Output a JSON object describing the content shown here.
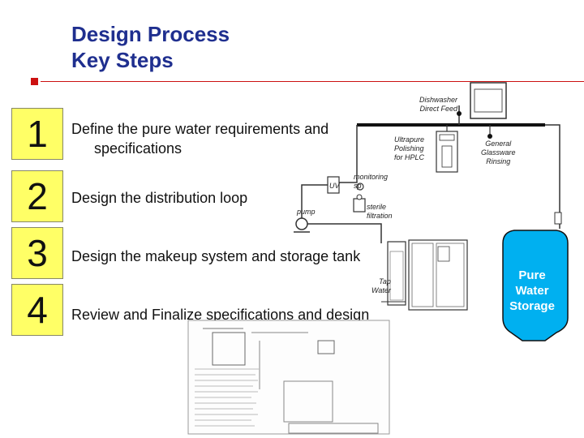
{
  "slide": {
    "title_line1": "Design Process",
    "title_line2": "Key Steps"
  },
  "steps": [
    {
      "number": "1",
      "text_line1": "Define the pure water requirements and",
      "text_line2": "specifications"
    },
    {
      "number": "2",
      "text_line1": "Design the distribution loop"
    },
    {
      "number": "3",
      "text_line1": "Design the makeup system and storage tank"
    },
    {
      "number": "4",
      "text_line1": "Review and Finalize specifications and design"
    }
  ],
  "diagram": {
    "dishwasher_line1": "Dishwasher",
    "dishwasher_line2": "Direct Feed",
    "ultrapure_line1": "Ultrapure",
    "ultrapure_line2": "Polishing",
    "ultrapure_line3": "for HPLC",
    "glassware_line1": "General",
    "glassware_line2": "Glassware",
    "glassware_line3": "Rinsing",
    "uv": "UV",
    "monitoring_line1": "monitoring",
    "monitoring_line2": "sp",
    "pump": "pump",
    "sterile_line1": "sterile",
    "sterile_line2": "filtration",
    "tap_line1": "Tap",
    "tap_line2": "Water",
    "tank_line1": "Pure",
    "tank_line2": "Water",
    "tank_line3": "Storage"
  },
  "colors": {
    "title": "#1f2f8f",
    "accent_rule": "#cc1111",
    "step_box": "#ffff66",
    "tank": "#00b0f0"
  }
}
